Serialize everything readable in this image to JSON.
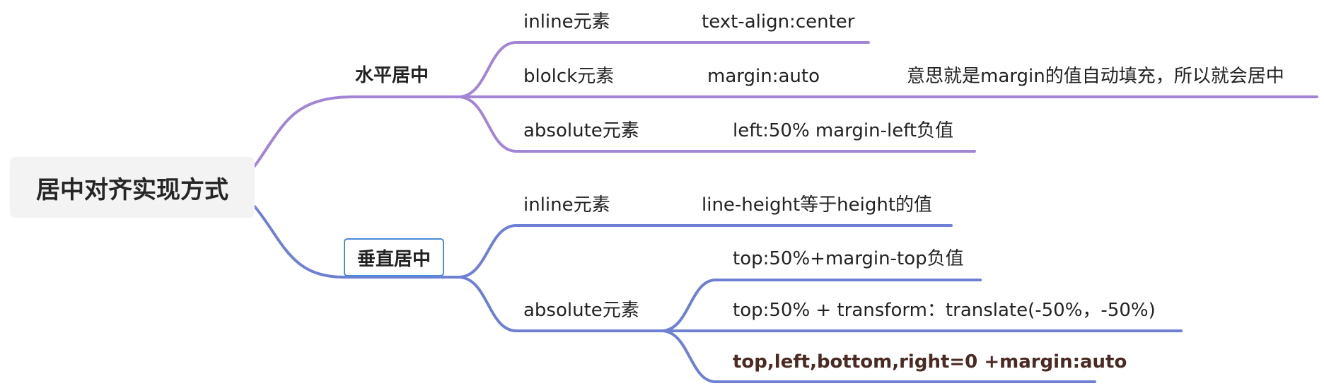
{
  "colors": {
    "branch_horizontal": "#a385d6",
    "branch_vertical": "#6f80d4",
    "root_bg": "#f3f3f3",
    "box_border": "#4a8ad8",
    "emphasis_text": "#4a2a22"
  },
  "root": {
    "label": "居中对齐实现方式"
  },
  "horizontal": {
    "label": "水平居中",
    "children": [
      {
        "label": "inline元素",
        "value": "text-align:center"
      },
      {
        "label": "blolck元素",
        "value": "margin:auto",
        "note": "意思就是margin的值自动填充，所以就会居中"
      },
      {
        "label": "absolute元素",
        "value": "left:50% margin-left负值"
      }
    ]
  },
  "vertical": {
    "label": "垂直居中",
    "children": [
      {
        "label": "inline元素",
        "value": "line-height等于height的值"
      },
      {
        "label": "absolute元素",
        "options": [
          "top:50%+margin-top负值",
          "top:50% + transform：translate(-50%，-50%)",
          "top,left,bottom,right=0 +margin:auto"
        ]
      }
    ]
  }
}
